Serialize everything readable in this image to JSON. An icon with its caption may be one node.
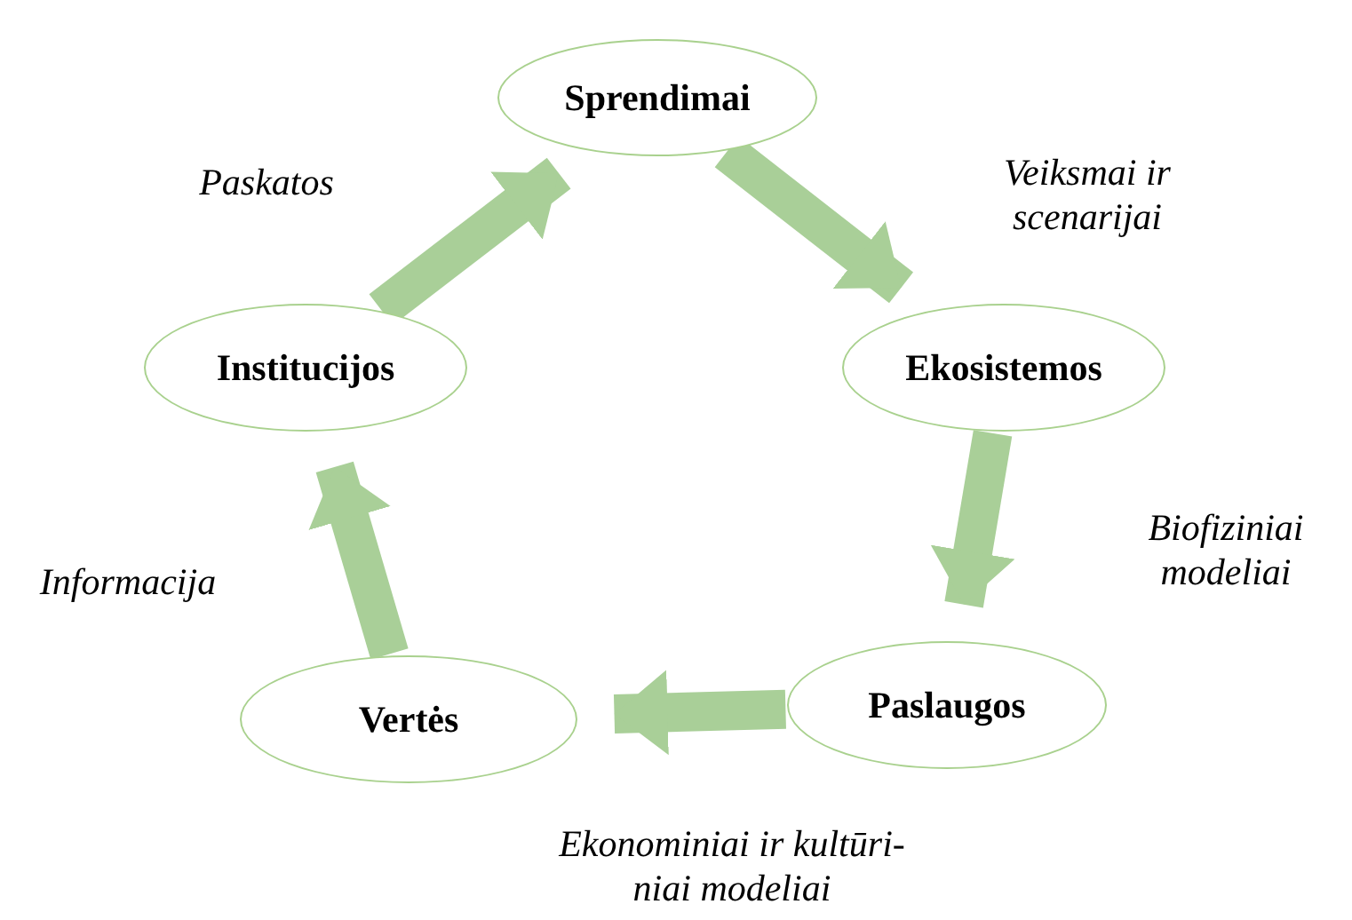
{
  "diagram": {
    "nodes": [
      {
        "text": [
          "Sprendimai"
        ]
      },
      {
        "text": [
          "Ekosistemos"
        ]
      },
      {
        "text": [
          "Paslaugos"
        ]
      },
      {
        "text": [
          "Vertės"
        ]
      },
      {
        "text": [
          "Institucijos"
        ]
      }
    ],
    "edges": [
      {
        "from": 0,
        "to": 1,
        "arrow": "to",
        "label": "Veiksmai ir scenarijai"
      },
      {
        "from": 1,
        "to": 2,
        "arrow": "to",
        "label": "Biofiziniai modeliai"
      },
      {
        "from": 2,
        "to": 3,
        "arrow": "to",
        "label": "Ekonominiai ir kultūri- niai modeliai"
      },
      {
        "from": 3,
        "to": 4,
        "arrow": "to",
        "label": "Informacija"
      },
      {
        "from": 4,
        "to": 0,
        "arrow": "to",
        "label": "Paskatos"
      }
    ]
  }
}
